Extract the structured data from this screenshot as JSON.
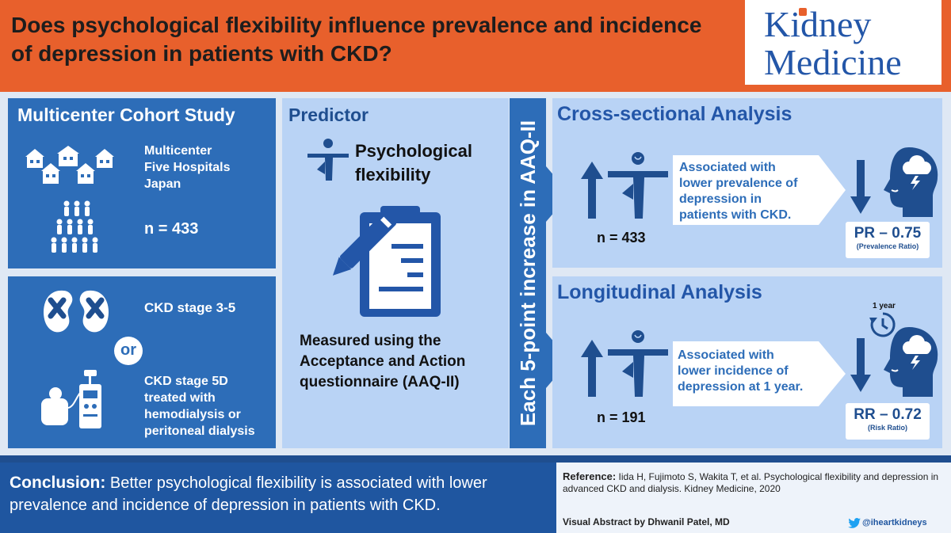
{
  "header": {
    "title": "Does psychological flexibility influence prevalence and incidence of depression in patients with CKD?",
    "logo_line1": "Kidney",
    "logo_line2": "Medicine"
  },
  "cohort": {
    "title": "Multicenter Cohort Study",
    "hospitals_line1": "Multicenter",
    "hospitals_line2": "Five Hospitals",
    "hospitals_line3": "Japan",
    "n": "n = 433"
  },
  "stages": {
    "stage_3_5": "CKD stage 3-5",
    "or": "or",
    "stage_5d_line1": "CKD stage 5D",
    "stage_5d_line2": "treated with",
    "stage_5d_line3": "hemodialysis or",
    "stage_5d_line4": "peritoneal dialysis"
  },
  "predictor": {
    "title": "Predictor",
    "flex_line1": "Psychological",
    "flex_line2": "flexibility",
    "measure_line1": "Measured using the",
    "measure_line2": "Acceptance and Action",
    "measure_line3": "questionnaire (AAQ-II)"
  },
  "band": {
    "text": "Each 5-point increase in AAQ-II"
  },
  "cross": {
    "title": "Cross-sectional Analysis",
    "assoc_line1": "Associated with",
    "assoc_line2": "lower prevalence of",
    "assoc_line3": "depression in",
    "assoc_line4": "patients with CKD.",
    "n": "n = 433",
    "ratio": "PR – 0.75",
    "ratio_label": "(Prevalence Ratio)"
  },
  "long": {
    "title": "Longitudinal Analysis",
    "assoc_line1": "Associated with",
    "assoc_line2": "lower incidence of",
    "assoc_line3": "depression at 1 year.",
    "n": "n = 191",
    "year": "1 year",
    "ratio": "RR – 0.72",
    "ratio_label": "(Risk Ratio)"
  },
  "conclusion": {
    "label": "Conclusion:",
    "text": " Better psychological flexibility is associated with lower prevalence and incidence of depression in patients with CKD."
  },
  "reference": {
    "label": "Reference:",
    "text": " Iida H, Fujimoto S, Wakita T, et al. Psychological flexibility and depression in advanced CKD and dialysis. Kidney Medicine, 2020",
    "author": "Visual Abstract by Dhwanil Patel, MD",
    "twitter": "@iheartkidneys"
  },
  "colors": {
    "orange": "#e8602c",
    "dark_blue": "#2d6db8",
    "light_blue": "#b9d3f5",
    "navy": "#1f4e8f"
  }
}
